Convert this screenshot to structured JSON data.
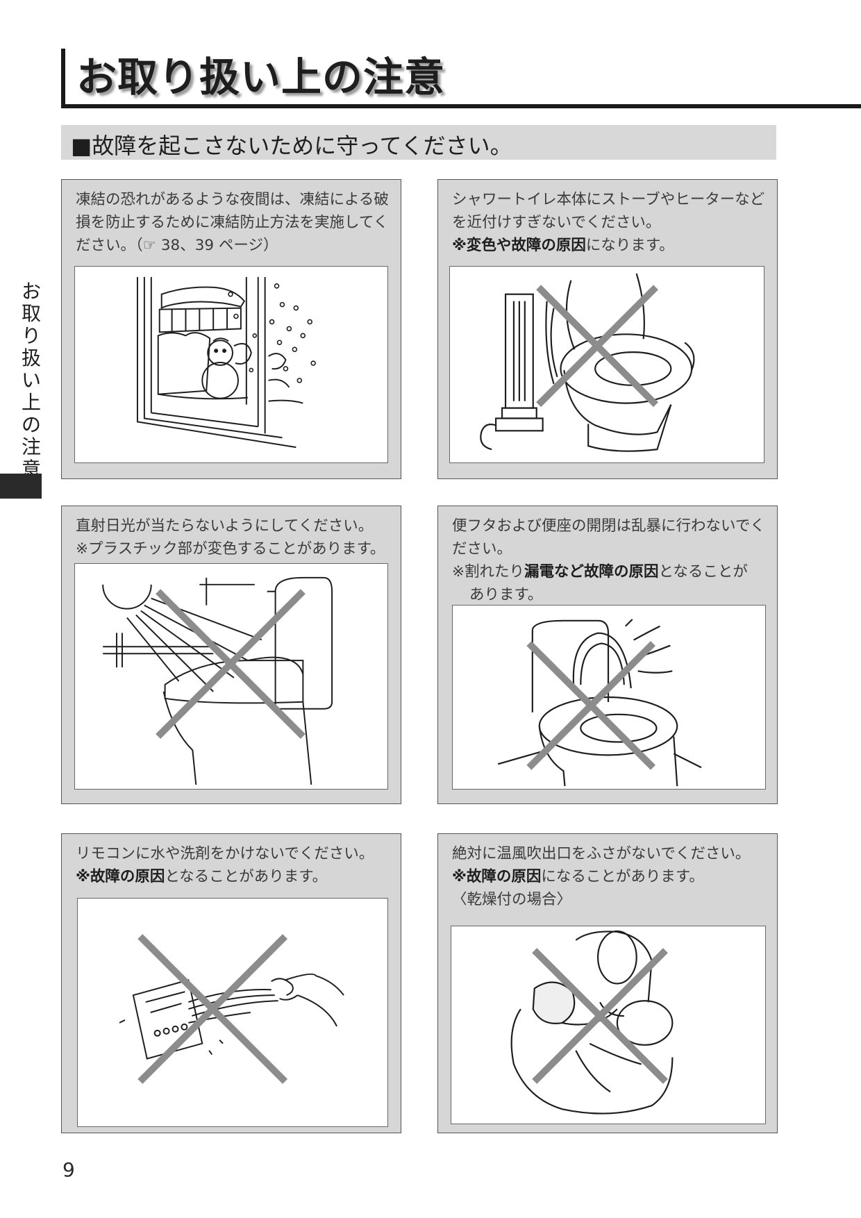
{
  "header": {
    "title": "お取り扱い上の注意"
  },
  "section": {
    "heading": "■故障を起こさないために守ってください。"
  },
  "side_tab": {
    "label": "お取り扱い上の注意"
  },
  "cards": [
    {
      "line1": "凍結の恐れがあるような夜間は、凍結による破損を防止するために凍結防止方法を実施してください。（☞ 38、39 ページ）"
    },
    {
      "line1": "シャワートイレ本体にストーブやヒーターなどを近付けすぎないでください。",
      "note_bold": "※変色や故障の原因",
      "note_rest": "になります。"
    },
    {
      "line1": "直射日光が当たらないようにしてください。",
      "note": "※プラスチック部が変色することがあります。"
    },
    {
      "line1": "便フタおよび便座の開閉は乱暴に行わないでください。",
      "note_pre": "※割れたり",
      "note_bold": "漏電など故障の原因",
      "note_post": "となることが",
      "note_cont": "あります。"
    },
    {
      "line1": "リモコンに水や洗剤をかけないでください。",
      "note_bold": "※故障の原因",
      "note_rest": "となることがあります。"
    },
    {
      "line1": "絶対に温風吹出口をふさがないでください。",
      "note_bold": "※故障の原因",
      "note_rest": "になることがあります。",
      "sub": "〈乾燥付の場合〉"
    }
  ],
  "footer": {
    "page_number": "9"
  },
  "colors": {
    "card_bg": "#d6d6d6",
    "band_bg": "#d8d8d8",
    "prohibit_cross": "#8c8c8c",
    "ink": "#1e1e1e"
  }
}
